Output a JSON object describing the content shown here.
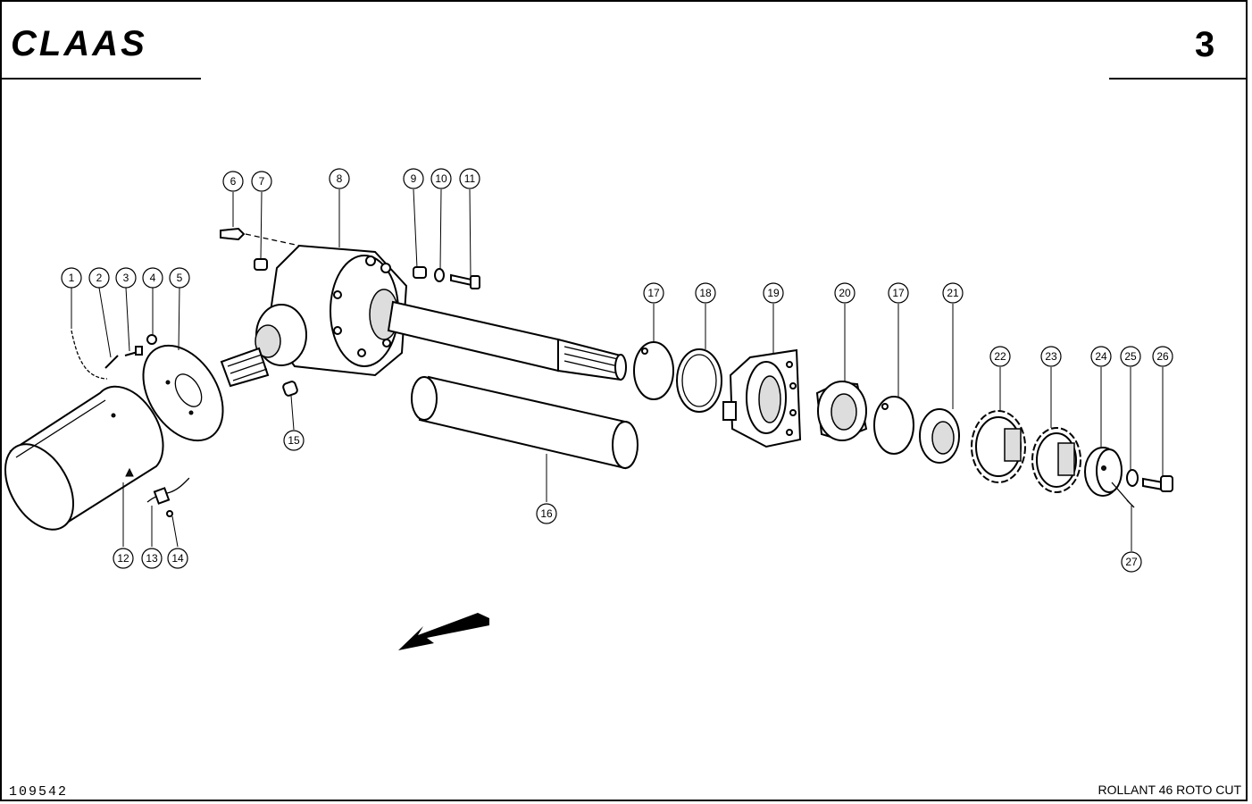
{
  "header": {
    "logo_text": "CLAAS",
    "page_number": "3"
  },
  "footer": {
    "drawing_number": "109542",
    "model": "ROLLANT 46 ROTO CUT"
  },
  "callouts": [
    "1",
    "2",
    "3",
    "4",
    "5",
    "6",
    "7",
    "8",
    "9",
    "10",
    "11",
    "12",
    "13",
    "14",
    "15",
    "16",
    "17",
    "18",
    "19",
    "20",
    "17",
    "21",
    "22",
    "23",
    "24",
    "25",
    "26",
    "27"
  ]
}
